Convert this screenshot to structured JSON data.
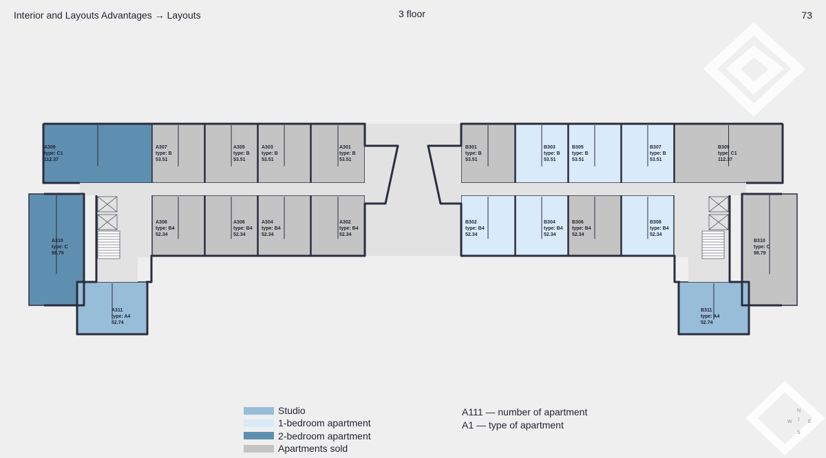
{
  "header": {
    "breadcrumb": "Interior and Layouts Advantages → Layouts",
    "floor": "3 floor",
    "page_number": "73"
  },
  "colors": {
    "studio": "#98bdd9",
    "one_bedroom": "#d9eaf8",
    "two_bedroom": "#5f8fb0",
    "sold": "#c4c4c4",
    "walls": "#2a2d3e",
    "corridor": "#e2e2e2"
  },
  "apartments": [
    {
      "id": "A309",
      "type": "type: C1",
      "area": "112.37",
      "status": "two_bedroom"
    },
    {
      "id": "A307",
      "type": "type: B",
      "area": "53.51",
      "status": "sold"
    },
    {
      "id": "A305",
      "type": "type: B",
      "area": "53.51",
      "status": "sold"
    },
    {
      "id": "A303",
      "type": "type: B",
      "area": "53.51",
      "status": "sold"
    },
    {
      "id": "A301",
      "type": "type: B",
      "area": "53.51",
      "status": "sold"
    },
    {
      "id": "A308",
      "type": "type: B4",
      "area": "52.34",
      "status": "sold"
    },
    {
      "id": "A306",
      "type": "type: B4",
      "area": "52.34",
      "status": "sold"
    },
    {
      "id": "A304",
      "type": "type: B4",
      "area": "52.34",
      "status": "sold"
    },
    {
      "id": "A302",
      "type": "type: B4",
      "area": "52.34",
      "status": "sold"
    },
    {
      "id": "A310",
      "type": "type: C",
      "area": "98.79",
      "status": "two_bedroom"
    },
    {
      "id": "A311",
      "type": "type: A4",
      "area": "52.74",
      "status": "studio"
    },
    {
      "id": "B301",
      "type": "type: B",
      "area": "53.51",
      "status": "sold"
    },
    {
      "id": "B303",
      "type": "type: B",
      "area": "53.51",
      "status": "one_bedroom"
    },
    {
      "id": "B305",
      "type": "type: B",
      "area": "53.51",
      "status": "one_bedroom"
    },
    {
      "id": "B307",
      "type": "type: B",
      "area": "53.51",
      "status": "one_bedroom"
    },
    {
      "id": "B309",
      "type": "type: C1",
      "area": "112.37",
      "status": "sold"
    },
    {
      "id": "B302",
      "type": "type: B4",
      "area": "52.34",
      "status": "one_bedroom"
    },
    {
      "id": "B304",
      "type": "type: B4",
      "area": "52.34",
      "status": "one_bedroom"
    },
    {
      "id": "B306",
      "type": "type: B4",
      "area": "52.34",
      "status": "sold"
    },
    {
      "id": "B308",
      "type": "type: B4",
      "area": "52.34",
      "status": "one_bedroom"
    },
    {
      "id": "B310",
      "type": "type: C",
      "area": "98.79",
      "status": "sold"
    },
    {
      "id": "B311",
      "type": "type: A4",
      "area": "52.74",
      "status": "studio"
    }
  ],
  "legend": [
    {
      "label": "Studio",
      "color": "#98bdd9"
    },
    {
      "label": "1-bedroom apartment",
      "color": "#d9eaf8"
    },
    {
      "label": "2-bedroom apartment",
      "color": "#5f8fb0"
    },
    {
      "label": "Apartments sold",
      "color": "#c4c4c4"
    }
  ],
  "notes": {
    "number": "A111 — number of apartment",
    "type": "A1 — type of apartment"
  },
  "compass": {
    "n": "N",
    "w": "W",
    "e": "E",
    "s": "S"
  }
}
